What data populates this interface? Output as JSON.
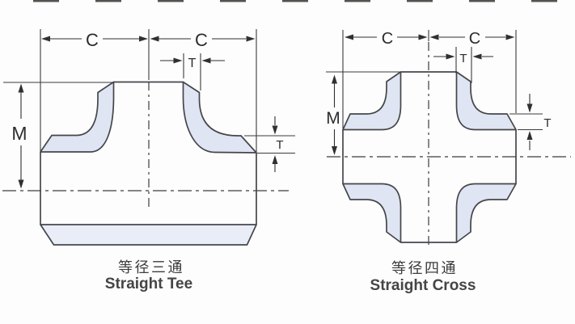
{
  "colors": {
    "outline": "#45464b",
    "dimension": "#2f3033",
    "section_fill": "#dfe5f2",
    "band_fill": "#e9edf7",
    "text": "#3c3c3c"
  },
  "diagrams": {
    "tee": {
      "caption_zh": "等径三通",
      "caption_en": "Straight Tee",
      "labels": {
        "c_left": "C",
        "c_right": "C",
        "t_branch": "T",
        "m": "M",
        "t_wall": "T"
      }
    },
    "cross": {
      "caption_zh": "等径四通",
      "caption_en": "Straight Cross",
      "labels": {
        "c_left": "C",
        "c_right": "C",
        "t_branch": "T",
        "m": "M",
        "t_wall": "T"
      }
    }
  }
}
